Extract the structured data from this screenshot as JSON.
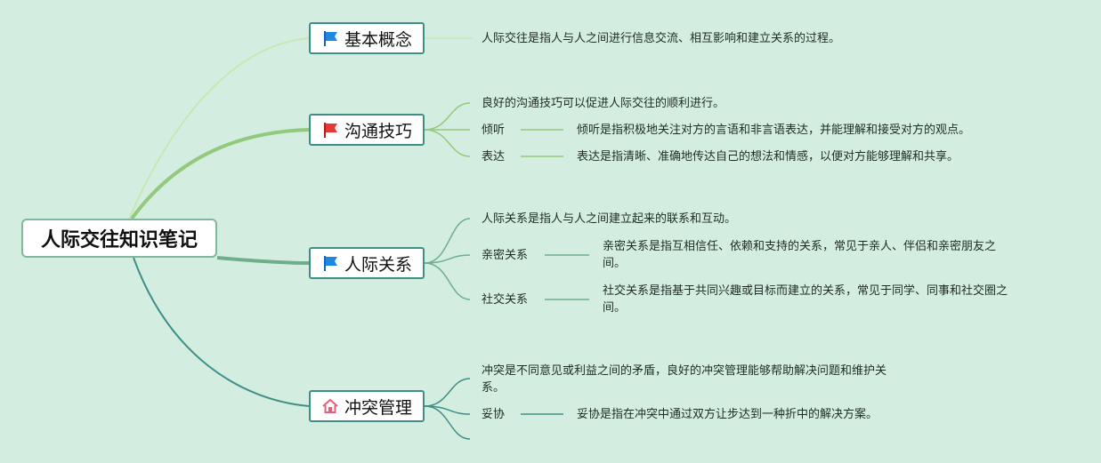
{
  "root": {
    "title": "人际交往知识笔记"
  },
  "branches": [
    {
      "title": "基本概念",
      "icon": "blue-flag-icon",
      "notes": [
        "人际交往是指人与人之间进行信息交流、相互影响和建立关系的过程。"
      ]
    },
    {
      "title": "沟通技巧",
      "icon": "red-flag-icon",
      "notes": [
        "良好的沟通技巧可以促进人际交往的顺利进行。"
      ],
      "children": [
        {
          "label": "倾听",
          "text": "倾听是指积极地关注对方的言语和非言语表达，并能理解和接受对方的观点。"
        },
        {
          "label": "表达",
          "text": "表达是指清晰、准确地传达自己的想法和情感，以便对方能够理解和共享。"
        }
      ]
    },
    {
      "title": "人际关系",
      "icon": "blue-flag-icon",
      "notes": [
        "人际关系是指人与人之间建立起来的联系和互动。"
      ],
      "children": [
        {
          "label": "亲密关系",
          "text1": "亲密关系是指互相信任、依赖和支持的关系，常见于亲人、伴侣和亲密朋友之",
          "text2": "间。"
        },
        {
          "label": "社交关系",
          "text1": "社交关系是指基于共同兴趣或目标而建立的关系，常见于同学、同事和社交圈之",
          "text2": "间。"
        }
      ]
    },
    {
      "title": "冲突管理",
      "icon": "house-icon",
      "notes": [
        "冲突是不同意见或利益之间的矛盾，良好的冲突管理能够帮助解决问题和维护关",
        "系。"
      ],
      "children": [
        {
          "label": "妥协",
          "text": "妥协是指在冲突中通过双方让步达到一种折中的解决方案。"
        }
      ]
    }
  ],
  "colors": {
    "background": "#d3eee0",
    "link_light": "#b9e0a5",
    "link_mid": "#8fc77a",
    "link_teal": "#3f8f86",
    "flag_blue": "#1e88e5",
    "flag_red": "#e53935",
    "house_pink": "#e0607e"
  }
}
